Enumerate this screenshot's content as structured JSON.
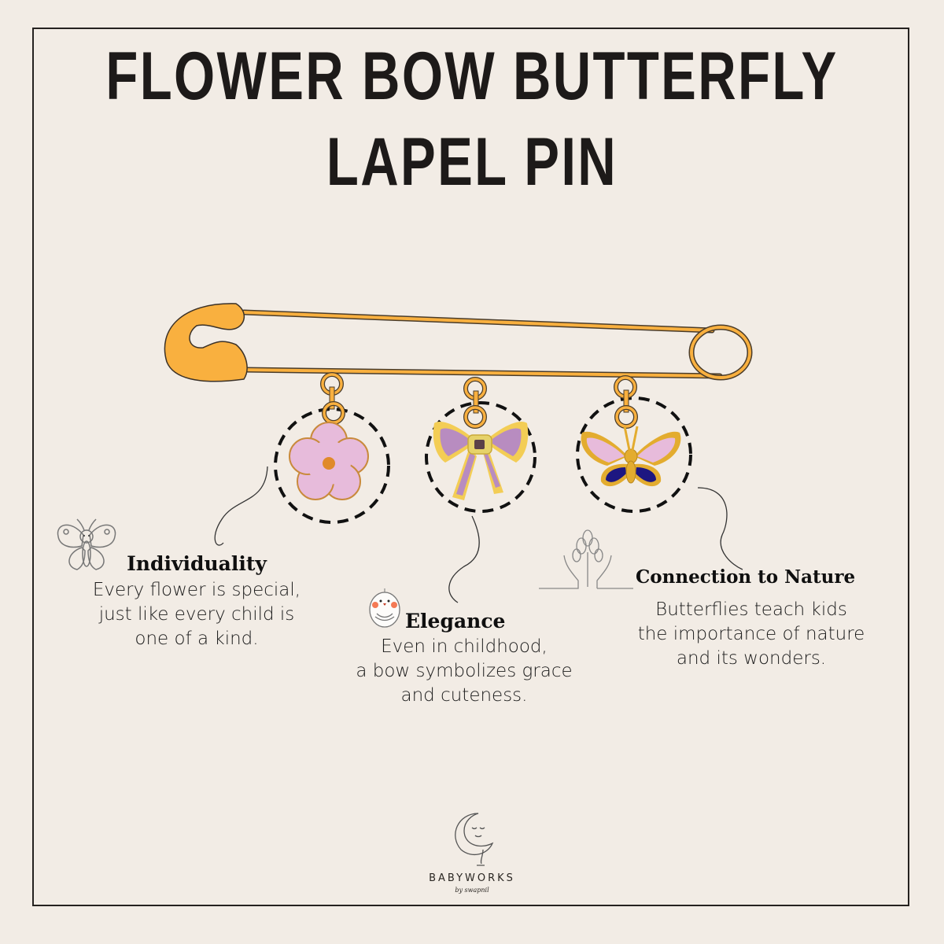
{
  "title": {
    "line1": "FLOWER BOW BUTTERFLY",
    "line2": "LAPEL PIN"
  },
  "colors": {
    "background": "#f2ece5",
    "frame": "#252220",
    "pin_gold": "#f9b03f",
    "pin_outline": "#4a3c2a",
    "flower_petal": "#e7bbdb",
    "flower_center": "#e08a2a",
    "bow_yellow": "#f3cd55",
    "bow_purple": "#b88cc0",
    "butterfly_pink": "#e7bbdb",
    "butterfly_navy": "#1d1781",
    "butterfly_gold": "#e3ac2f"
  },
  "charms": [
    {
      "name": "flower",
      "icon": "flower-charm-icon"
    },
    {
      "name": "bow",
      "icon": "bow-charm-icon"
    },
    {
      "name": "butterfly",
      "icon": "butterfly-charm-icon"
    }
  ],
  "features": [
    {
      "heading": "Individuality",
      "icon": "butterfly-outline-icon",
      "description": "Every flower is special,\njust like every child is\none of a kind."
    },
    {
      "heading": "Elegance",
      "icon": "chick-icon",
      "description": "Even in childhood,\na bow symbolizes grace\nand cuteness."
    },
    {
      "heading": "Connection to Nature",
      "icon": "tree-in-hands-icon",
      "description": "Butterflies teach kids\nthe importance of nature\nand its wonders."
    }
  ],
  "brand": {
    "name": "BABYWORKS",
    "tagline": "by swapnil",
    "icon": "moon-logo-icon"
  }
}
